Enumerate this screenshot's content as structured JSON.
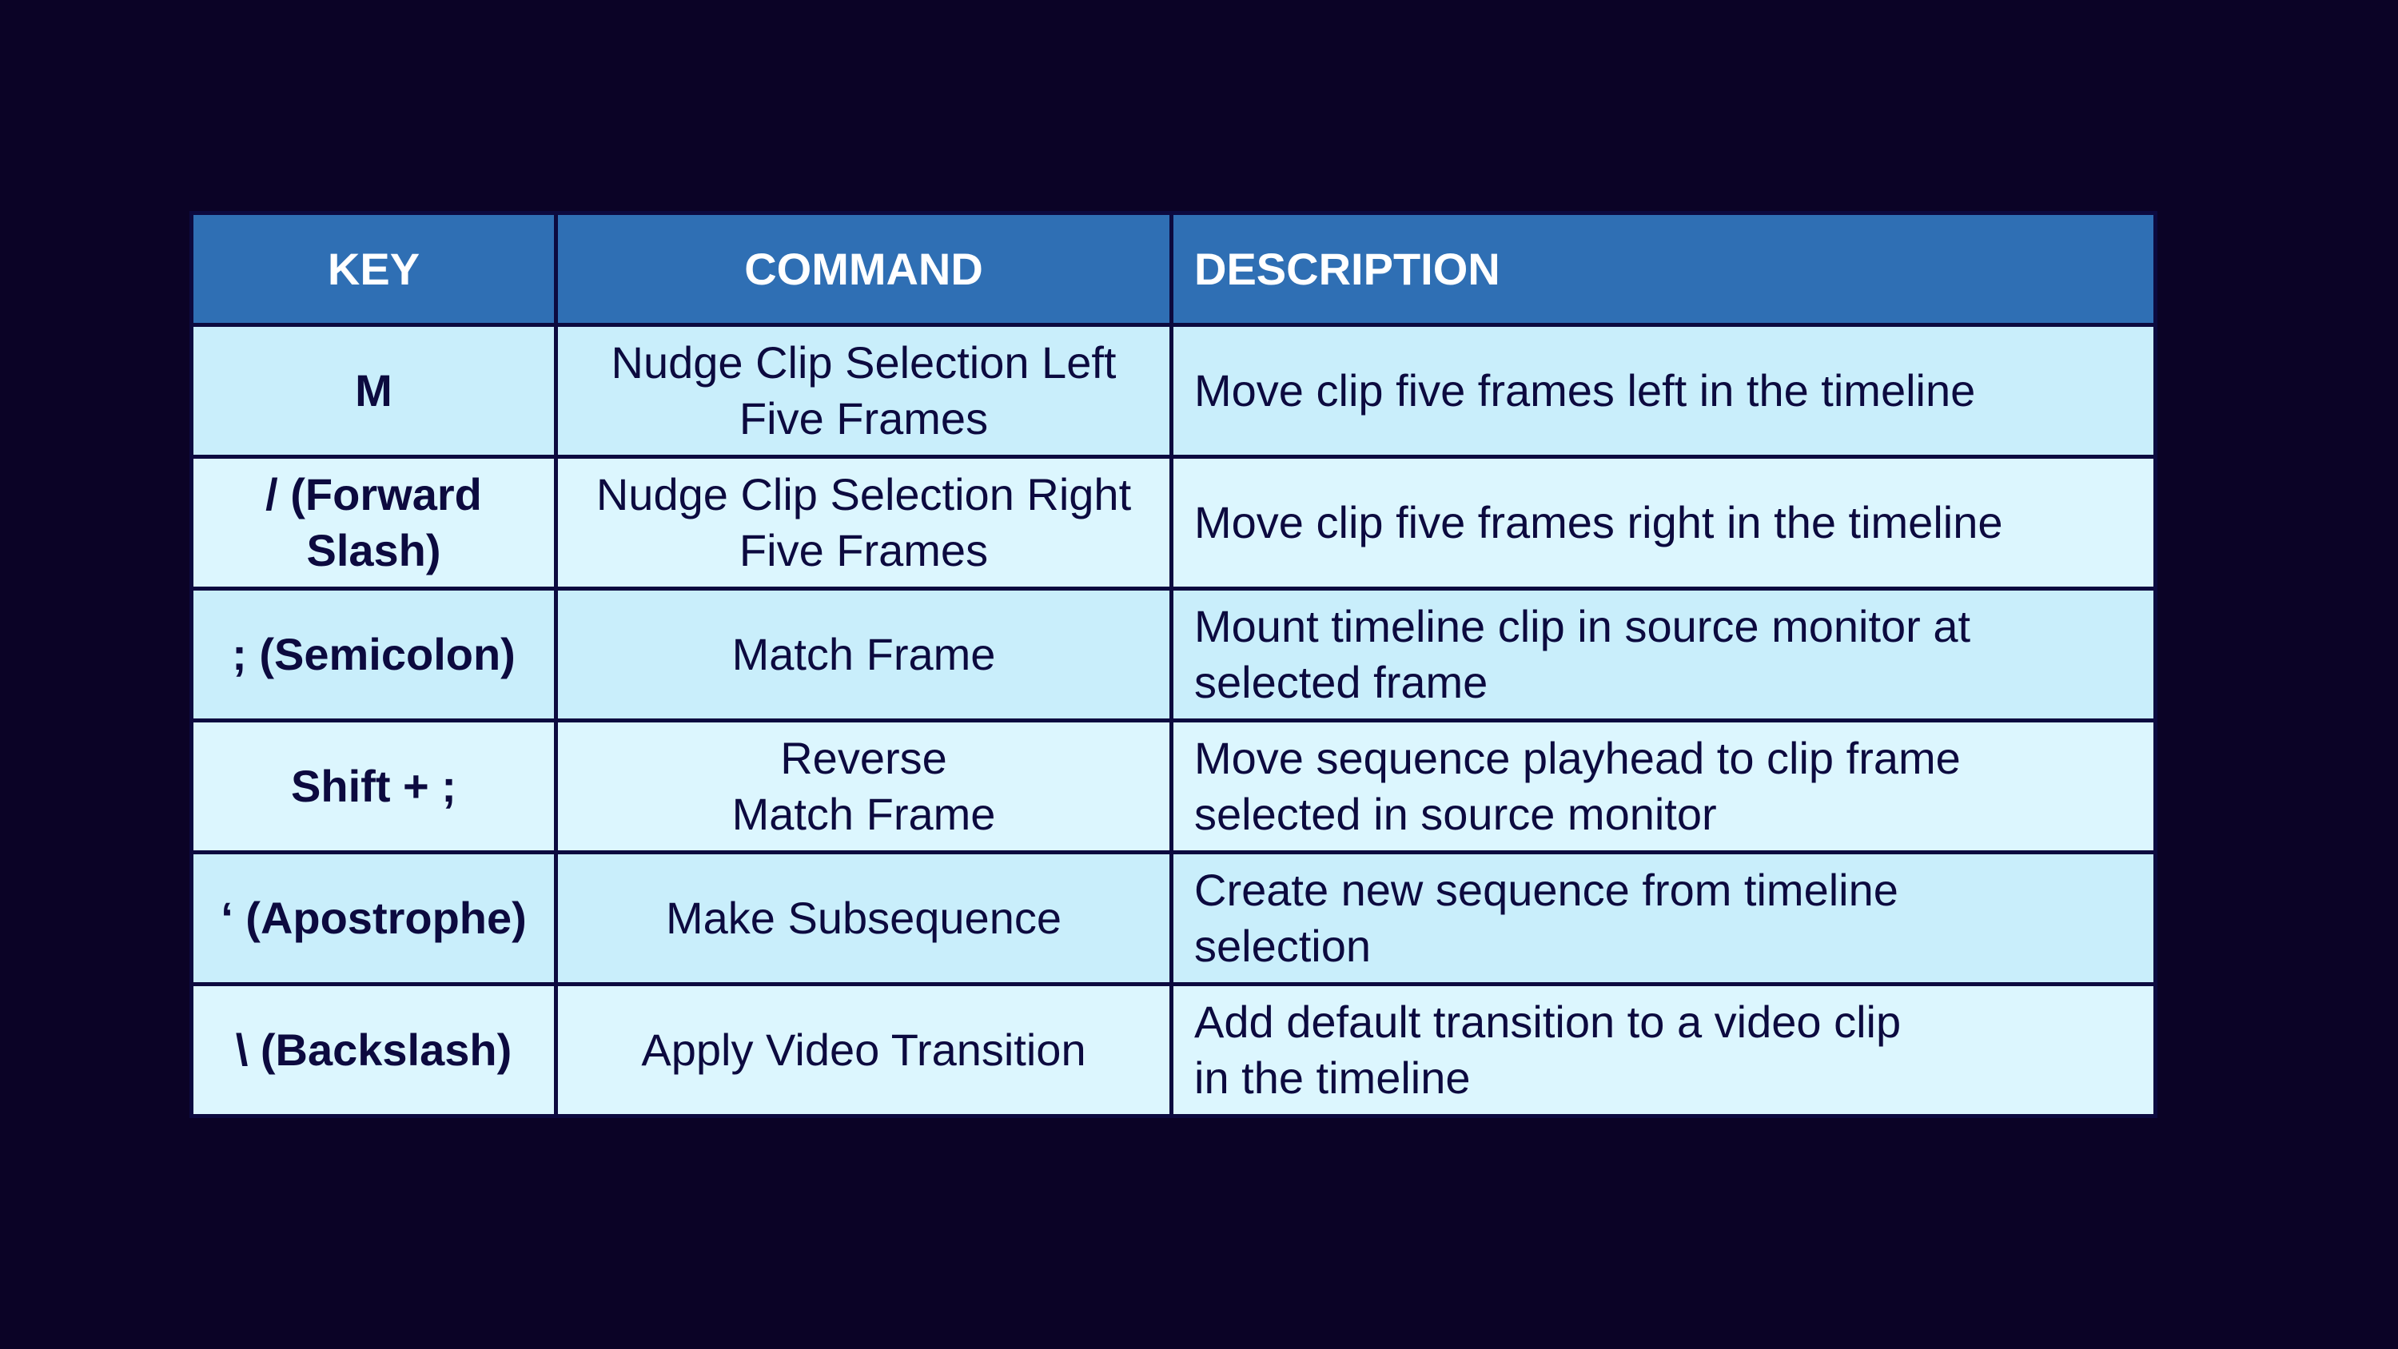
{
  "table": {
    "headers": {
      "key": "KEY",
      "command": "COMMAND",
      "description": "DESCRIPTION"
    },
    "rows": [
      {
        "key": "M",
        "command": "Nudge Clip Selection Left\nFive Frames",
        "description": "Move clip five frames left in the timeline"
      },
      {
        "key": "/ (Forward\nSlash)",
        "command": "Nudge Clip Selection Right\nFive Frames",
        "description": "Move clip five frames right in the timeline"
      },
      {
        "key": "; (Semicolon)",
        "command": "Match Frame",
        "description": "Mount timeline clip in source monitor at\nselected frame"
      },
      {
        "key": "Shift + ;",
        "command": "Reverse\nMatch Frame",
        "description": "Move sequence playhead to clip frame\nselected in source monitor"
      },
      {
        "key": "‘ (Apostrophe)",
        "command": "Make Subsequence",
        "description": "Create new sequence from timeline\nselection"
      },
      {
        "key": "\\ (Backslash)",
        "command": "Apply Video Transition",
        "description": "Add default transition to a video clip\nin the timeline"
      }
    ]
  },
  "colors": {
    "background": "#0b0326",
    "header_fill": "#2f6fb4",
    "row_fill_odd": "#c9eefb",
    "row_fill_even": "#dcf6fe",
    "text": "#0c0a3f"
  }
}
